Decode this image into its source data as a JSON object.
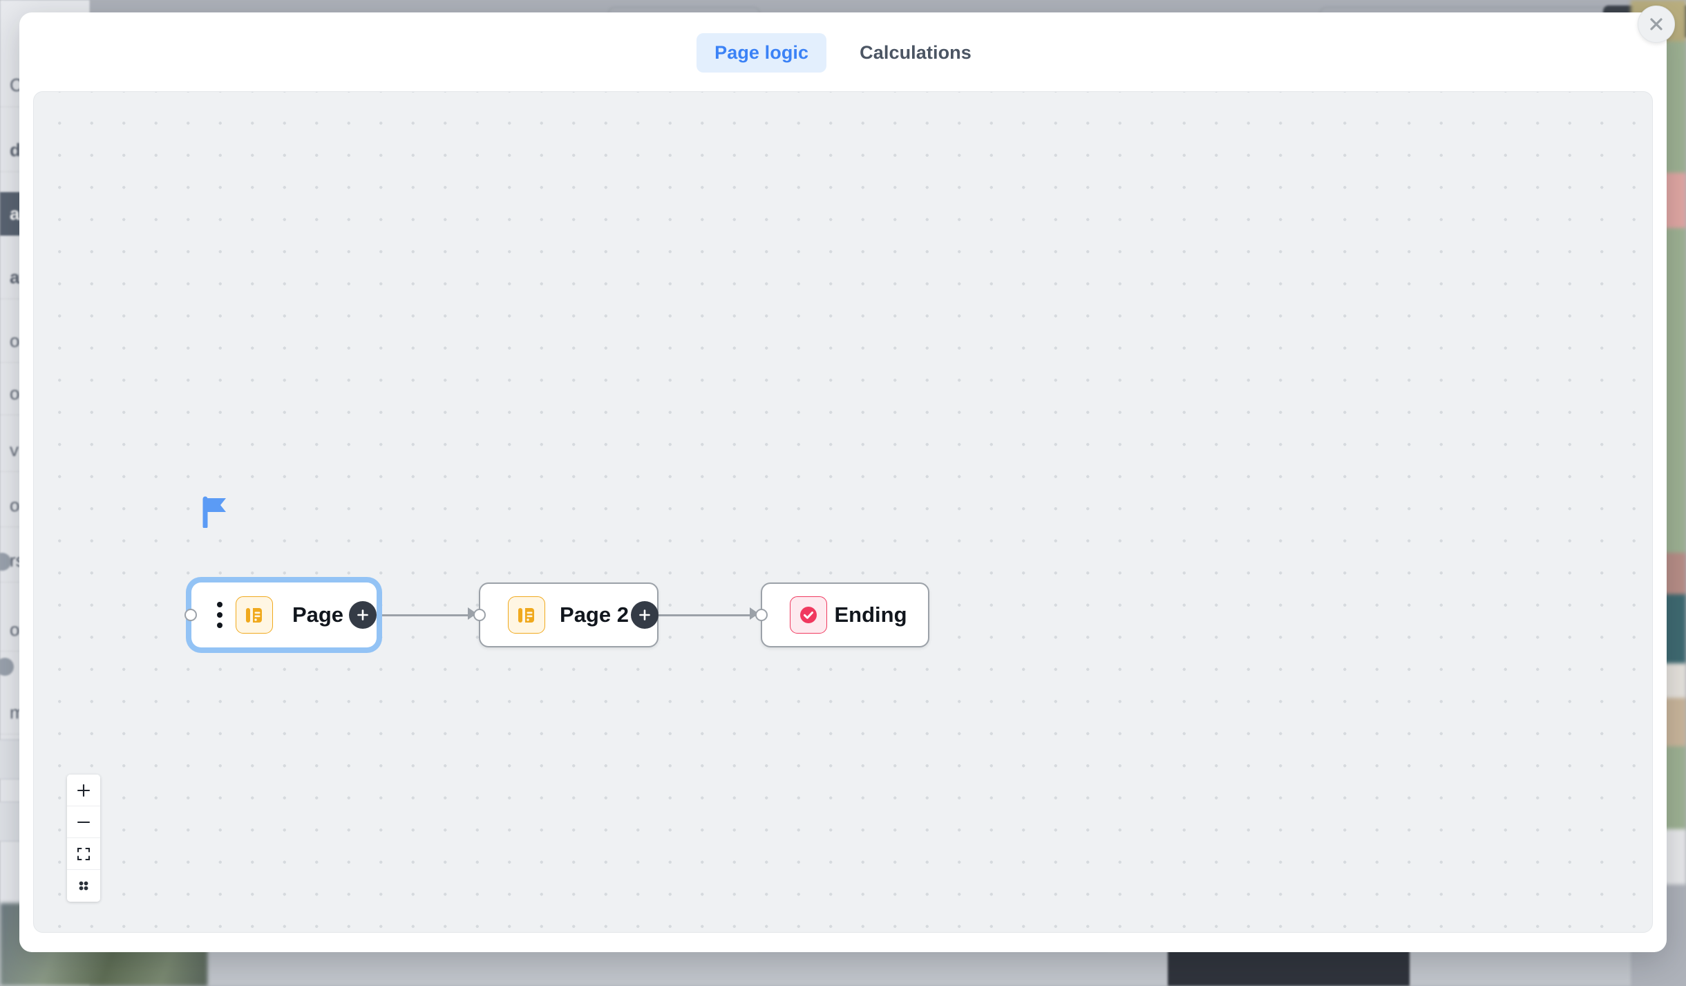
{
  "modal": {
    "close_icon": "close-icon",
    "tabs": [
      {
        "label": "Page logic",
        "active": true
      },
      {
        "label": "Calculations",
        "active": false
      }
    ]
  },
  "canvas": {
    "background_color": "#eff1f3",
    "dot_color": "#d6dade",
    "start_marker_icon": "flag-icon",
    "start_marker_color": "#5b9bf5",
    "nodes": [
      {
        "id": "page-1",
        "label": "Page",
        "icon": "page-icon",
        "icon_color": "#f0a91d",
        "selected": true,
        "selection_color": "#93c3f5",
        "has_menu": true,
        "menu_icon": "more-vertical-icon",
        "add_icon": "plus-icon",
        "is_start": true
      },
      {
        "id": "page-2",
        "label": "Page 2",
        "icon": "page-icon",
        "icon_color": "#f0a91d",
        "selected": false,
        "has_menu": false,
        "add_icon": "plus-icon",
        "is_start": false
      },
      {
        "id": "ending",
        "label": "Ending",
        "icon": "check-circle-icon",
        "icon_color": "#f0395f",
        "selected": false,
        "has_menu": false,
        "add_icon": null,
        "is_start": false
      }
    ],
    "edges": [
      {
        "from": "page-1",
        "to": "page-2",
        "color": "#9ba1a8"
      },
      {
        "from": "page-2",
        "to": "ending",
        "color": "#9ba1a8"
      }
    ]
  },
  "zoom_controls": {
    "buttons": [
      {
        "name": "zoom-in",
        "icon": "plus-icon"
      },
      {
        "name": "zoom-out",
        "icon": "minus-icon"
      },
      {
        "name": "fit-view",
        "icon": "fit-screen-icon"
      },
      {
        "name": "toggle-grid",
        "icon": "grid-dots-icon"
      }
    ]
  },
  "backdrop": {
    "sidebar_rows": [
      {
        "text": "C",
        "selected": false
      },
      {
        "text": "de",
        "selected": false
      },
      {
        "text": "arre",
        "selected": true
      },
      {
        "text": "ate",
        "selected": false
      },
      {
        "text": "our",
        "selected": false
      },
      {
        "text": "ons",
        "selected": false
      },
      {
        "text": "v",
        "selected": false
      },
      {
        "text": "ons",
        "selected": false
      },
      {
        "text": "rs",
        "selected": false
      },
      {
        "text": "ote",
        "selected": false
      },
      {
        "text": "m",
        "selected": false
      }
    ]
  }
}
